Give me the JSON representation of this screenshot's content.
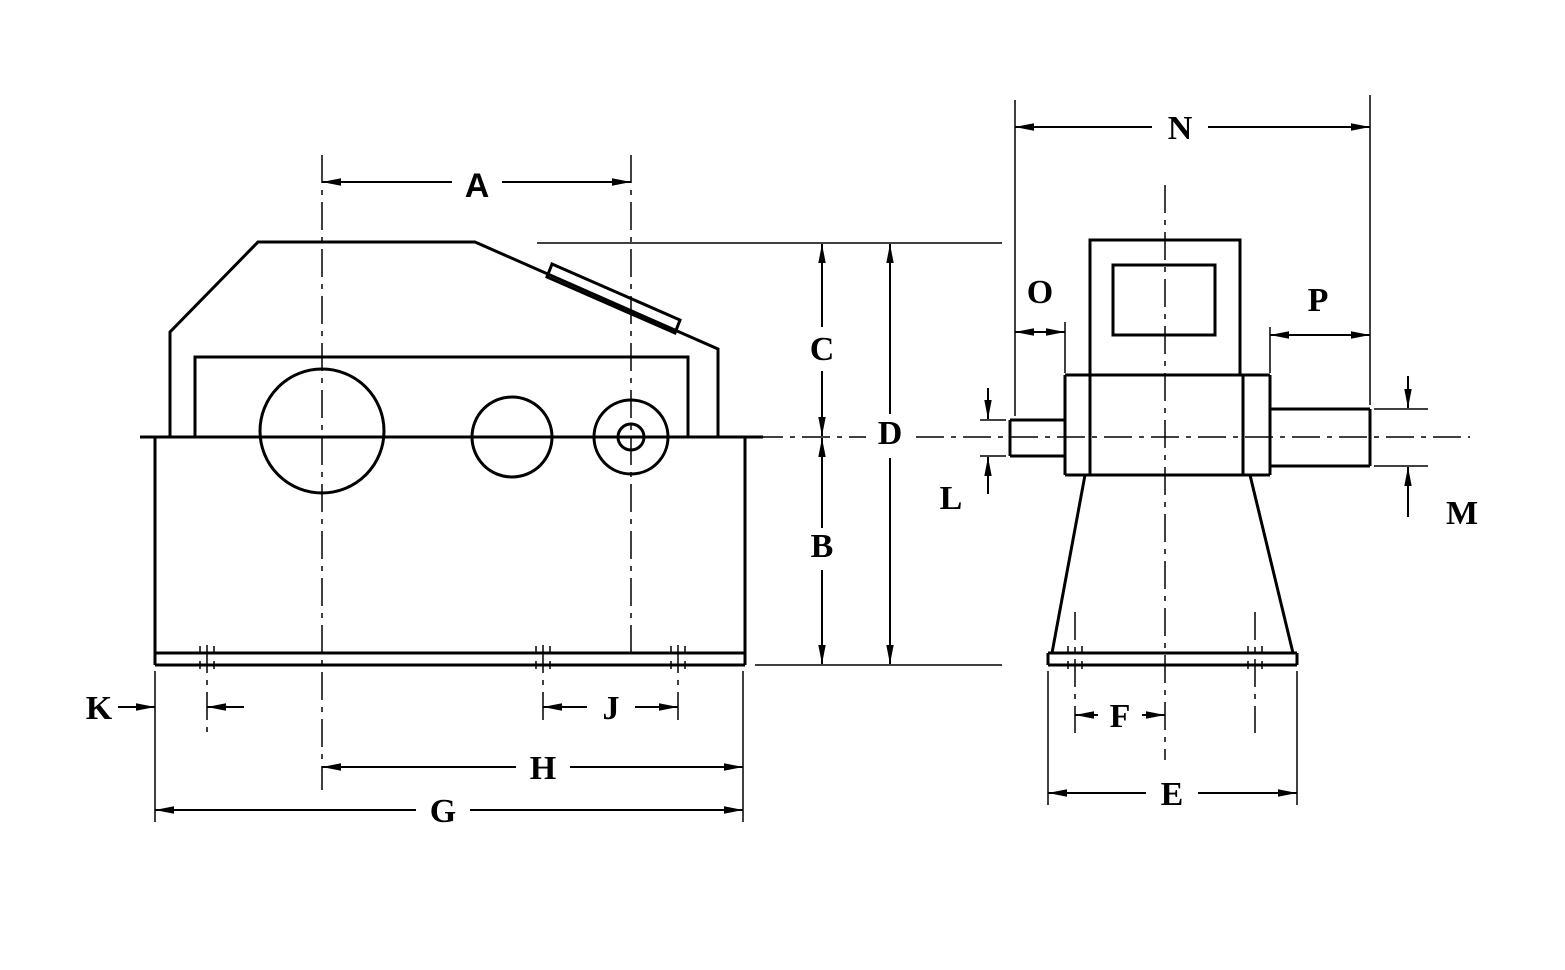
{
  "drawing": {
    "type": "gear-reducer-dimension-drawing",
    "labels": {
      "A": "A",
      "B": "B",
      "C": "C",
      "D": "D",
      "E": "E",
      "F": "F",
      "G": "G",
      "H": "H",
      "J": "J",
      "K": "K",
      "L": "L",
      "M": "M",
      "N": "N",
      "O": "O",
      "P": "P"
    },
    "colors": {
      "line": "#000000",
      "background": "#ffffff"
    }
  }
}
